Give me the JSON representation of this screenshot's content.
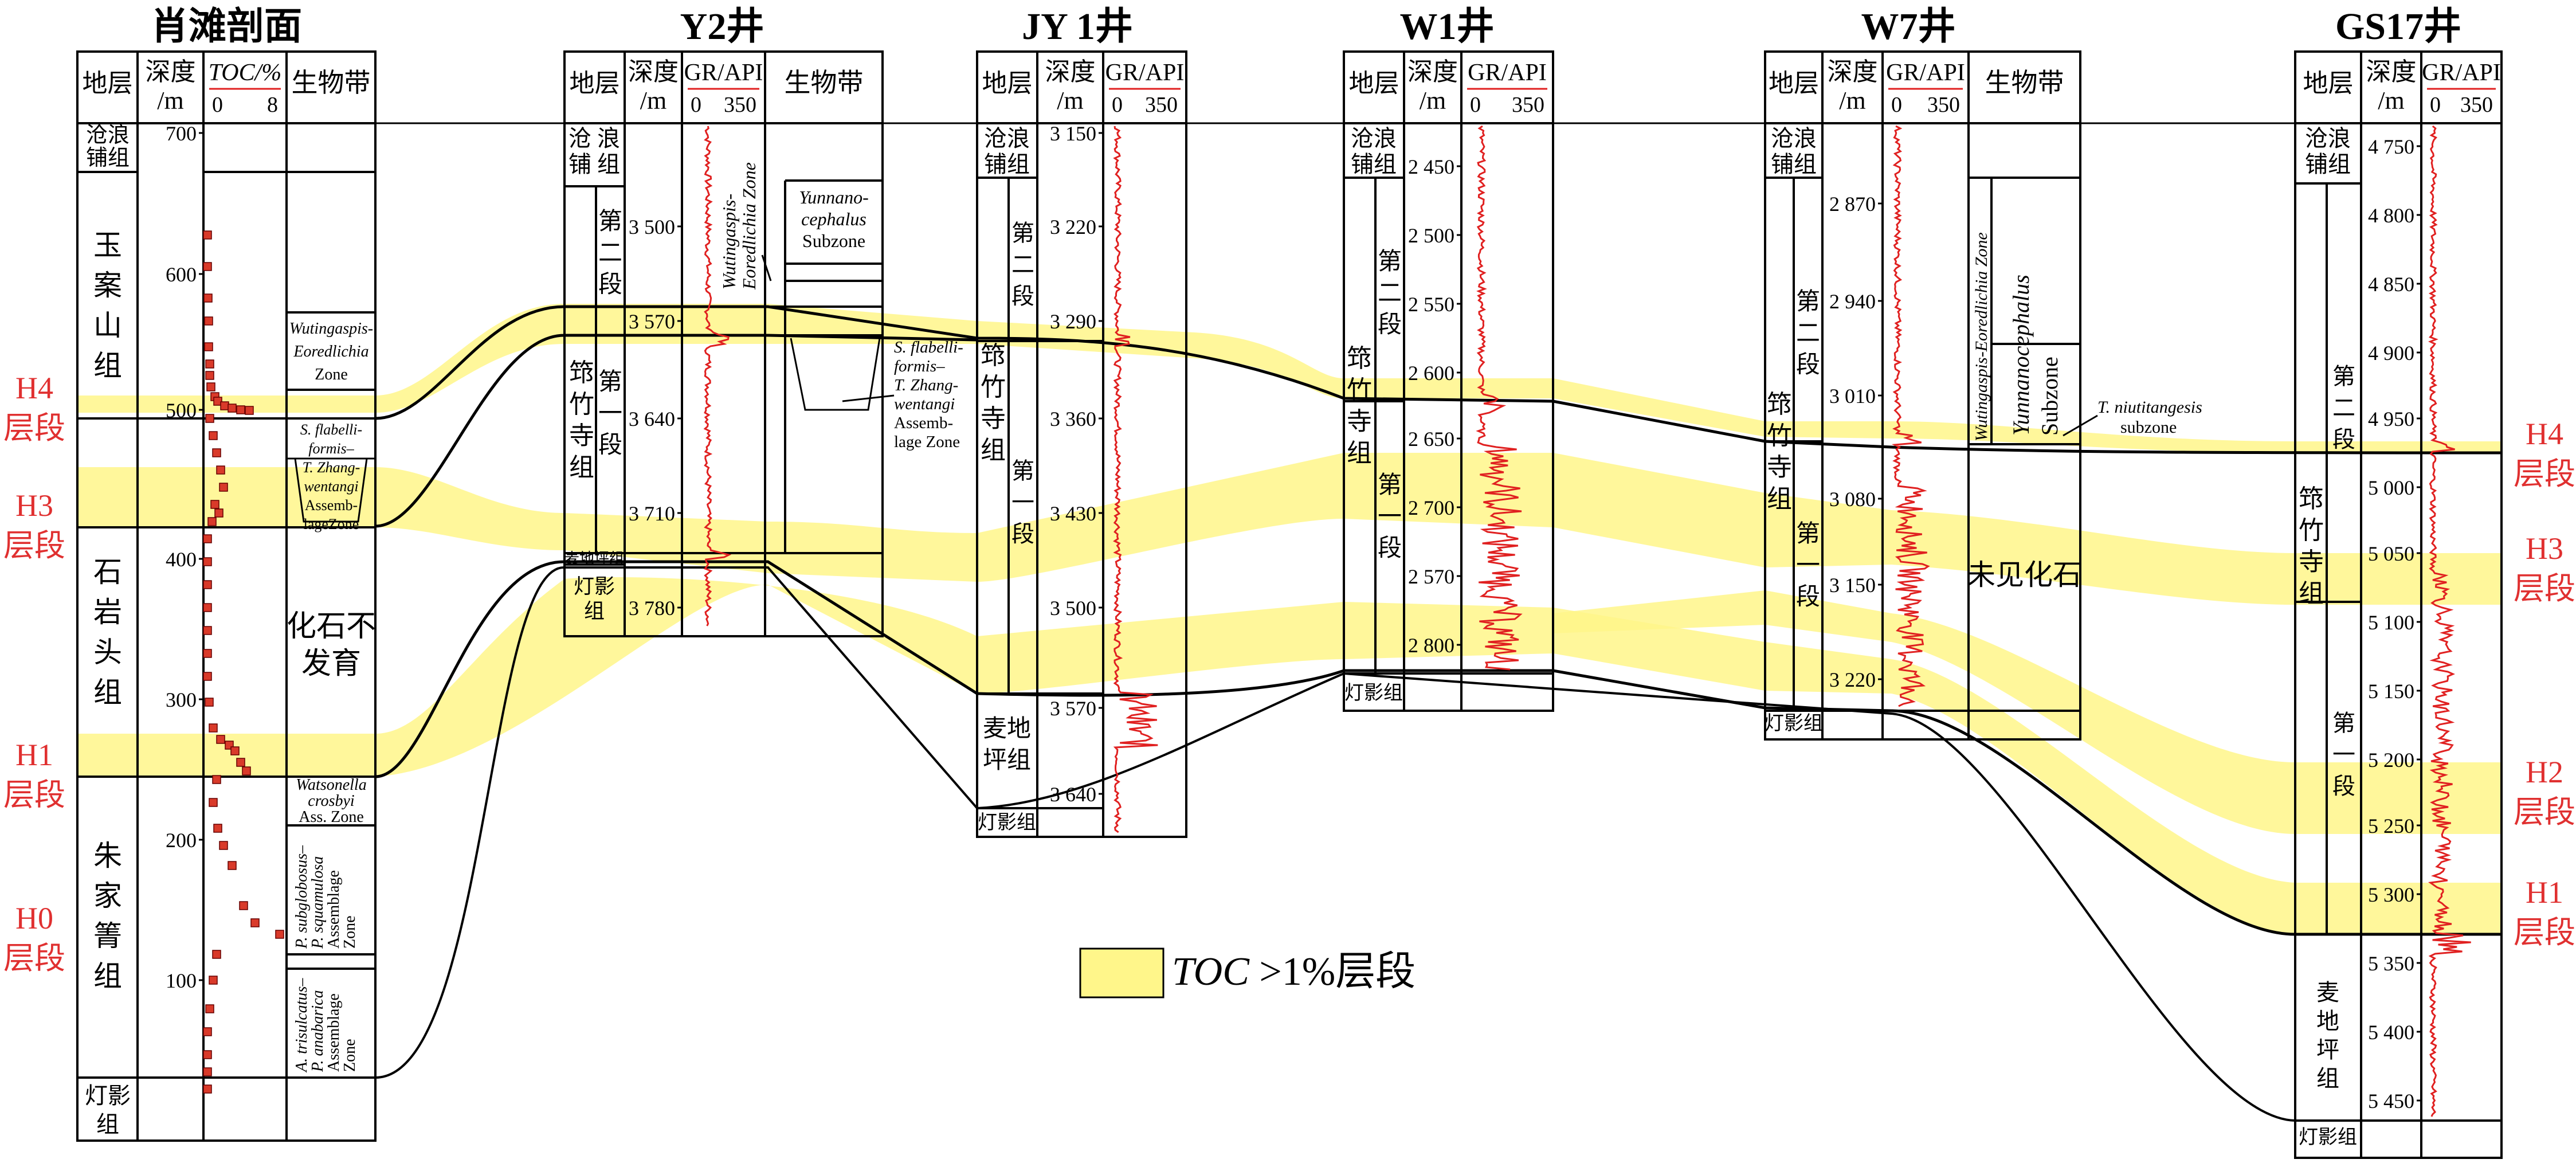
{
  "colors": {
    "toc_fill": "#FFF68A",
    "toc_fill_opacity": 0.8,
    "toc_label": "#E03030",
    "frame": "#000000",
    "gr_curve": "#E02020",
    "toc_point": "#D93A2A"
  },
  "legend": {
    "label_italic": "TOC",
    "label_rest": " >1%层段"
  },
  "left_labels": [
    "H4",
    "层段",
    "H3",
    "层段",
    "H1",
    "层段",
    "H0",
    "层段"
  ],
  "right_labels": [
    "H4",
    "层段",
    "H3",
    "层段",
    "H2",
    "层段",
    "H1",
    "层段"
  ],
  "columns": [
    {
      "id": "xiaotan",
      "title": "肖滩剖面",
      "headers": [
        "地层",
        "深度",
        "/m",
        "TOC/%",
        "0",
        "8",
        "生物带"
      ],
      "ticks": [
        "700",
        "600",
        "500",
        "400",
        "300",
        "200",
        "100"
      ],
      "strata": [
        "沧浪",
        "铺组",
        "玉",
        "案",
        "山",
        "组",
        "石",
        "岩",
        "头",
        "组",
        "朱",
        "家",
        "箐",
        "组",
        "灯影",
        "组"
      ],
      "bio": {
        "z1": [
          "Wutingaspis-",
          "Eoredlichia",
          "Zone"
        ],
        "z2": [
          "S. flabelli-",
          "formis–",
          "T. Zhang-",
          "wentangi",
          "Assemb-",
          "lageZone"
        ],
        "z3": [
          "化石不",
          "发育"
        ],
        "z4": [
          "Watsonella",
          "crosbyi",
          "Ass. Zone"
        ],
        "z5": [
          "P. subglobosus–",
          "P. squamulosa",
          "Assemblage",
          "Zone"
        ],
        "z6": [
          "A. trisulcatus–",
          "P. anabarica",
          "Assemblage",
          "Zone"
        ]
      }
    },
    {
      "id": "y2",
      "title": "Y2井",
      "headers": [
        "地层",
        "深度",
        "/m",
        "GR/API",
        "0",
        "350",
        "生物带"
      ],
      "ticks": [
        "3 500",
        "3 570",
        "3 640",
        "3 710",
        "3 780"
      ],
      "strata": [
        "沧 浪",
        "铺 组",
        "筇",
        "竹",
        "寺",
        "组",
        "第",
        "二",
        "段",
        "第",
        "一",
        "段",
        "麦地坪组",
        "灯影",
        "组"
      ],
      "bio": {
        "z1": [
          "Wutingaspis-",
          "Eoredlichia Zone"
        ],
        "z2": [
          "Yunnano-",
          "cephalus",
          "Subzone"
        ],
        "z3": [
          "S. flabelli-",
          "formis–",
          "T. Zhang-",
          "wentangi",
          "Assemb-",
          "lage Zone"
        ]
      }
    },
    {
      "id": "jy1",
      "title": "JY 1井",
      "headers": [
        "地层",
        "深度",
        "/m",
        "GR/API",
        "0",
        "350"
      ],
      "ticks": [
        "3 150",
        "3 220",
        "3 290",
        "3 360",
        "3 430",
        "3 500",
        "3 570",
        "3 640"
      ],
      "strata": [
        "沧浪",
        "铺组",
        "第",
        "二",
        "段",
        "筇",
        "竹",
        "寺",
        "组",
        "第",
        "一",
        "段",
        "麦地",
        "坪组",
        "灯影组"
      ]
    },
    {
      "id": "w1",
      "title": "W1井",
      "headers": [
        "地层",
        "深度",
        "/m",
        "GR/API",
        "0",
        "350"
      ],
      "ticks": [
        "2 450",
        "2 500",
        "2 550",
        "2 600",
        "2 650",
        "2 700",
        "2 570",
        "2 800"
      ],
      "strata": [
        "沧浪",
        "铺组",
        "第",
        "二",
        "段",
        "筇",
        "竹",
        "寺",
        "组",
        "第",
        "一",
        "段",
        "灯影组"
      ]
    },
    {
      "id": "w7",
      "title": "W7井",
      "headers": [
        "地层",
        "深度",
        "/m",
        "GR/API",
        "0",
        "350",
        "生物带"
      ],
      "ticks": [
        "2 870",
        "2 940",
        "3 010",
        "3 080",
        "3 150",
        "3 220"
      ],
      "strata": [
        "沧浪",
        "铺组",
        "第",
        "二",
        "段",
        "筇",
        "竹",
        "寺",
        "组",
        "第",
        "一",
        "段",
        "灯影组"
      ],
      "bio": {
        "z1": "Wutingaspis-Eoredlichia Zone",
        "z2a": "Yunnanocephalus",
        "z2b": "Subzone",
        "z3a": "T. niutitangesis",
        "z3b": "subzone",
        "z4": "未见化石"
      }
    },
    {
      "id": "gs17",
      "title": "GS17井",
      "headers": [
        "地层",
        "深度",
        "/m",
        "GR/API",
        "0",
        "350"
      ],
      "ticks": [
        "4 750",
        "4 800",
        "4 850",
        "4 900",
        "4 950",
        "5 000",
        "5 050",
        "5 100",
        "5 150",
        "5 200",
        "5 250",
        "5 300",
        "5 350",
        "5 400",
        "5 450"
      ],
      "strata": [
        "沧浪",
        "铺组",
        "第",
        "二",
        "段",
        "筇",
        "竹",
        "寺",
        "组",
        "第",
        "一",
        "段",
        "麦",
        "地",
        "坪",
        "组",
        "灯影组"
      ]
    }
  ]
}
